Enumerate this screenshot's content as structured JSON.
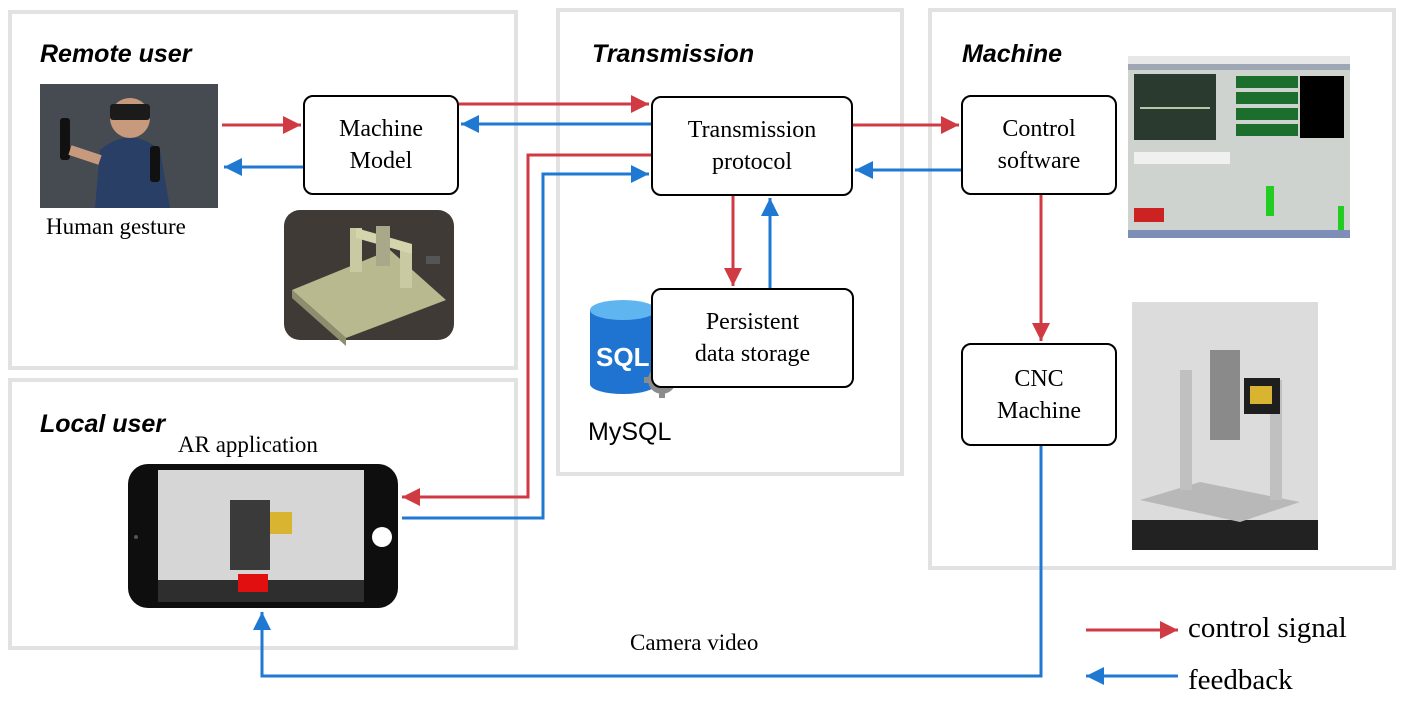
{
  "colors": {
    "control": "#d03a43",
    "feedback": "#1f78d1",
    "panel_border": "#e2e2e2"
  },
  "panels": {
    "remote_user": "Remote user",
    "local_user": "Local user",
    "transmission": "Transmission",
    "machine": "Machine"
  },
  "nodes": {
    "machine_model": "Machine\nModel",
    "transmission_protocol": "Transmission\nprotocol",
    "persistent_storage": "Persistent\ndata storage",
    "control_software": "Control\nsoftware",
    "cnc_machine": "CNC\nMachine"
  },
  "captions": {
    "human_gesture": "Human gesture",
    "ar_application": "AR application",
    "mysql": "MySQL",
    "sql_logo": "SQL",
    "camera_video": "Camera video"
  },
  "legend": {
    "control_signal": "control signal",
    "feedback": "feedback"
  },
  "icons": [
    "vr-user-photo",
    "cnc-3d-model-image",
    "sql-database-icon",
    "gear-icon",
    "mach3-software-screenshot",
    "cnc-machine-photo",
    "smartphone-ar-image"
  ]
}
